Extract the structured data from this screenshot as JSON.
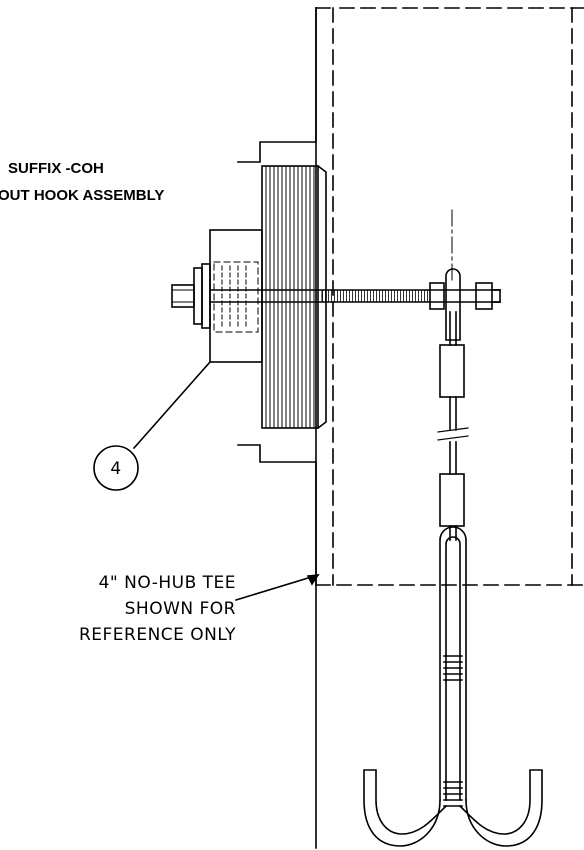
{
  "callout": {
    "suffix_label": "SUFFIX -COH",
    "assembly_label": "OUT HOOK ASSEMBLY"
  },
  "balloon": {
    "number": "4"
  },
  "reference_note": {
    "line1": "4\" NO-HUB TEE",
    "line2": "SHOWN FOR",
    "line3": "REFERENCE ONLY"
  }
}
